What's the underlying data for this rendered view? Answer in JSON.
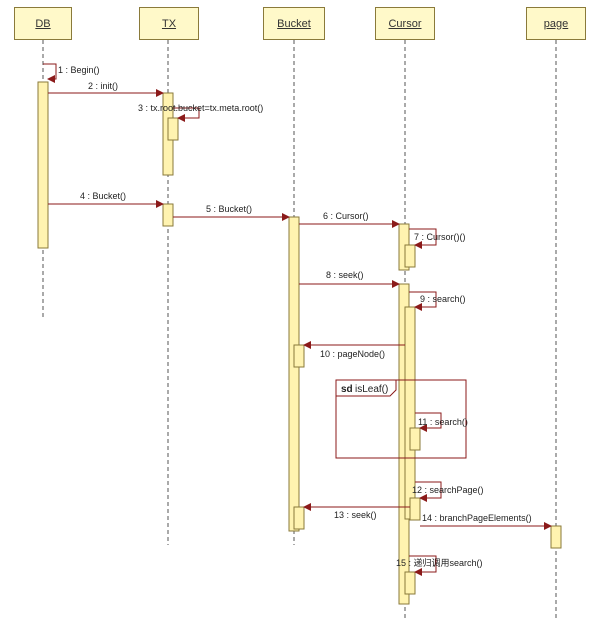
{
  "lifelines": [
    {
      "name": "DB"
    },
    {
      "name": "TX"
    },
    {
      "name": "Bucket"
    },
    {
      "name": "Cursor"
    },
    {
      "name": "page"
    }
  ],
  "messages": [
    {
      "label": "1 : Begin()"
    },
    {
      "label": "2 : init()"
    },
    {
      "label": "3 : tx.root.bucket=tx.meta.root()"
    },
    {
      "label": "4 : Bucket()"
    },
    {
      "label": "5 : Bucket()"
    },
    {
      "label": "6 : Cursor()"
    },
    {
      "label": "7 : Cursor()()"
    },
    {
      "label": "8 : seek()"
    },
    {
      "label": "9 : search()"
    },
    {
      "label": "10 : pageNode()"
    },
    {
      "label": "11 : search()"
    },
    {
      "label": "12 : searchPage()"
    },
    {
      "label": "13 : seek()"
    },
    {
      "label": "14 : branchPageElements()"
    },
    {
      "label": "15 : 递归调用search()"
    }
  ],
  "fragment": {
    "operator": "sd",
    "name": "isLeaf()"
  },
  "colors": {
    "header_fill": "#fff9c9",
    "activation_fill": "#fff3b0",
    "arrow": "#8b1a1a",
    "border": "#8a7a3a"
  }
}
